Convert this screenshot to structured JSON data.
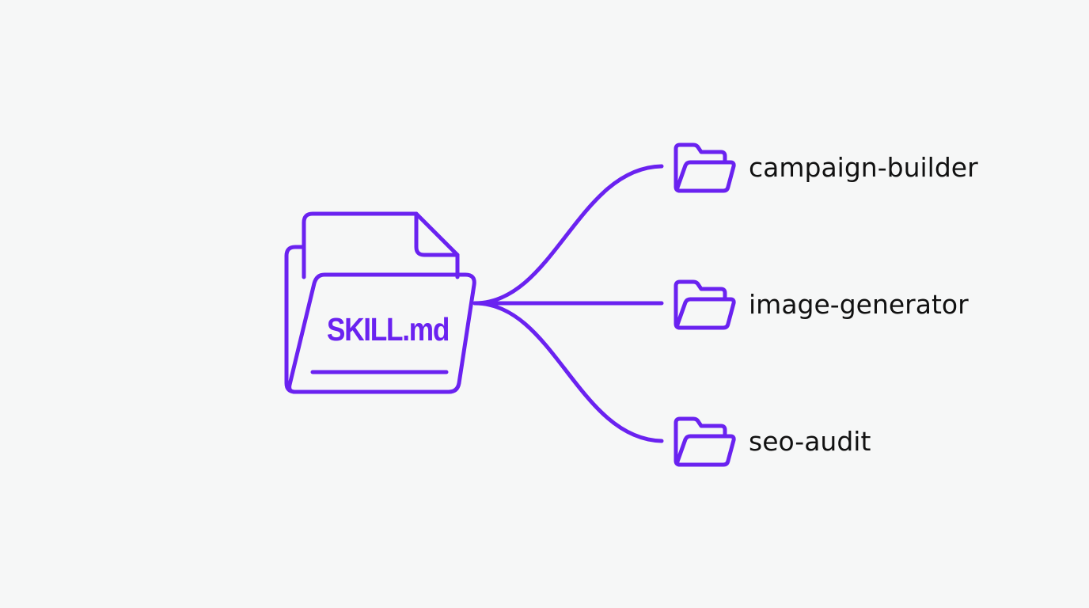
{
  "colors": {
    "accent": "#6a22f0",
    "text": "#111111",
    "background": "#f6f7f7"
  },
  "root": {
    "label": "SKILL.md",
    "icon": "document-folder-icon"
  },
  "children": [
    {
      "label": "campaign-builder",
      "icon": "folder-open-icon"
    },
    {
      "label": "image-generator",
      "icon": "folder-open-icon"
    },
    {
      "label": "seo-audit",
      "icon": "folder-open-icon"
    }
  ]
}
